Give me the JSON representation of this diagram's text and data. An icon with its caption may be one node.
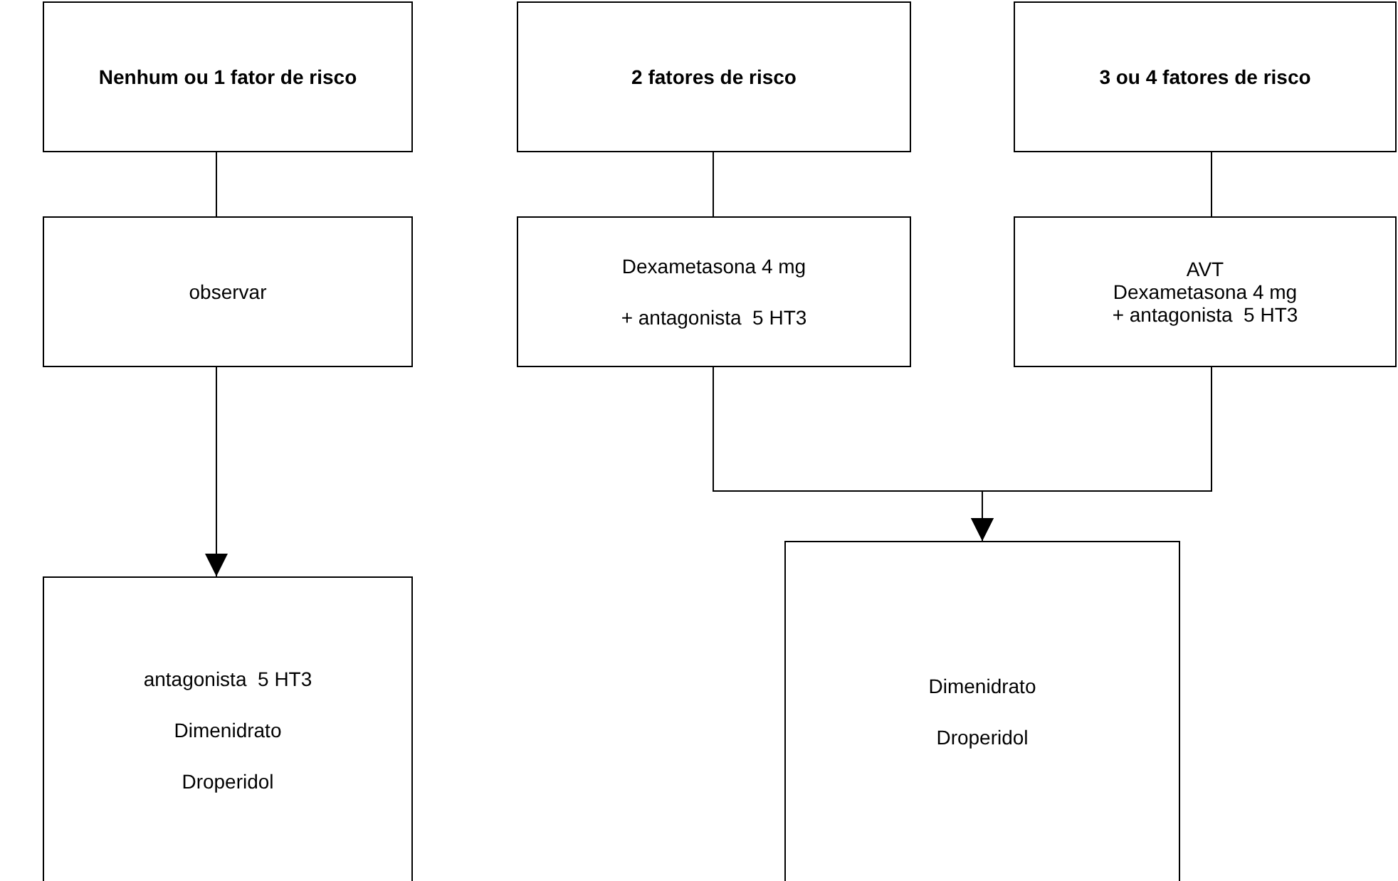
{
  "diagram": {
    "nodes": [
      {
        "text": [
          "Nenhum ou 1 fator de risco"
        ]
      },
      {
        "text": [
          "2 fatores de risco"
        ]
      },
      {
        "text": [
          "3 ou 4 fatores de risco"
        ]
      },
      {
        "text": [
          "observar"
        ]
      },
      {
        "text": [
          "Dexametasona 4 mg",
          "+ antagonista  5 HT3"
        ]
      },
      {
        "text": [
          "AVT",
          "Dexametasona 4 mg",
          "+ antagonista  5 HT3"
        ]
      },
      {
        "text": [
          "antagonista  5 HT3",
          "Dimenidrato",
          "Droperidol"
        ]
      },
      {
        "text": [
          "Dimenidrato",
          "Droperidol"
        ]
      }
    ],
    "edges": [
      {
        "from": 0,
        "to": 3,
        "arrow": "none"
      },
      {
        "from": 1,
        "to": 4,
        "arrow": "none"
      },
      {
        "from": 2,
        "to": 5,
        "arrow": "none"
      },
      {
        "from": 3,
        "to": 6,
        "arrow": "to"
      },
      {
        "from": 4,
        "to": 7,
        "arrow": "to"
      },
      {
        "from": 5,
        "to": 7,
        "arrow": "to"
      }
    ]
  }
}
